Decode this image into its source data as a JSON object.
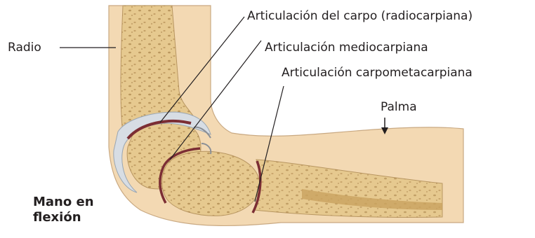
{
  "labels": {
    "radio": "Radio",
    "carpo": "Articulación del carpo (radiocarpiana)",
    "mediocarpiana": "Articulación mediocarpiana",
    "carpometacarpiana": "Articulación carpometacarpiana",
    "palma": "Palma",
    "caption_line1": "Mano en",
    "caption_line2": "flexión"
  },
  "colors": {
    "skin": "#f3d9b3",
    "bone": "#e6c98f",
    "bone_pore": "#b08a4c",
    "joint": "#7c2e34",
    "cartilage": "#cfd8e0",
    "leader": "#231f20"
  }
}
